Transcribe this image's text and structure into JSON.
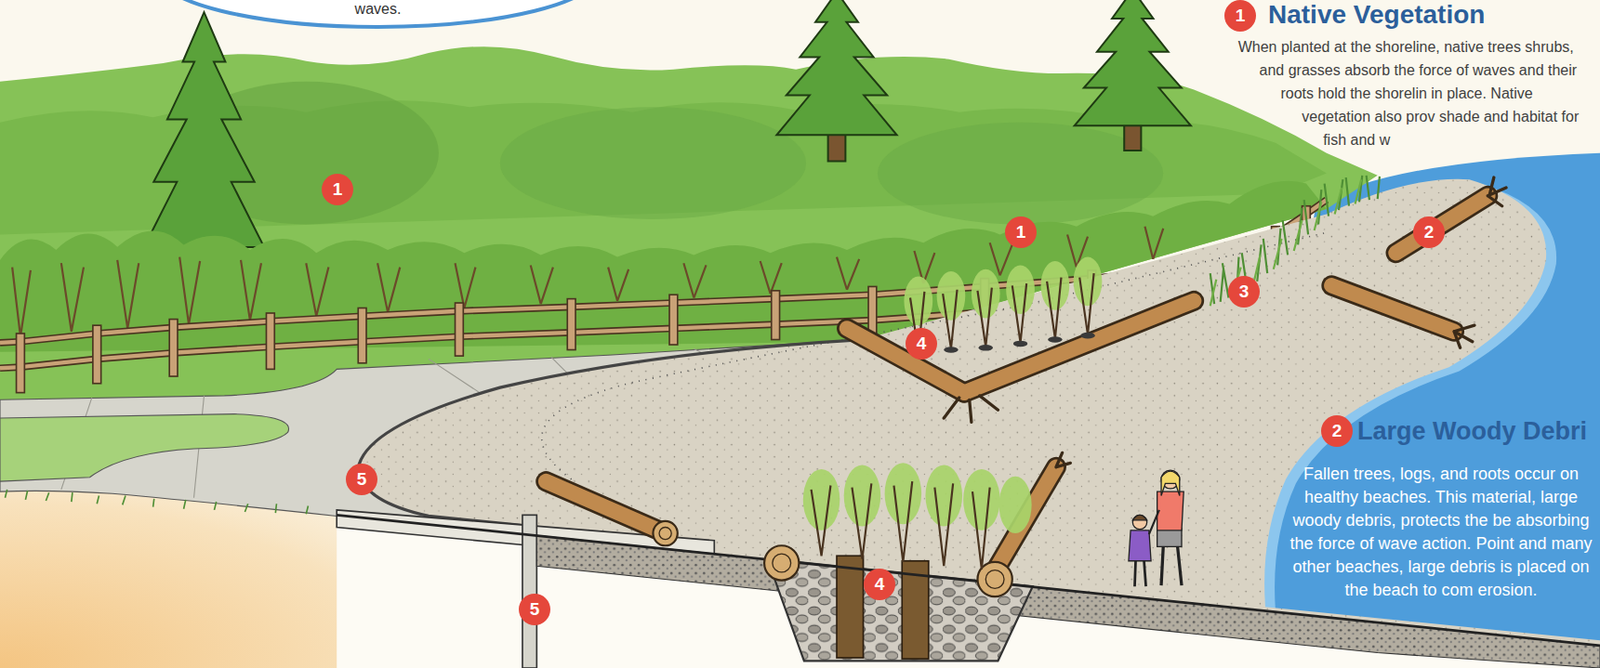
{
  "diagram": {
    "nodes": [
      {
        "text": [
          "waves."
        ]
      }
    ],
    "labels": [
      "1",
      "Native Vegetation",
      "When planted at the shoreline, native trees shrubs, and grasses absorb the force of waves and their roots hold the shorelin in place. Native vegetation also prov shade and habitat for fish and w",
      "1",
      "1",
      "2",
      "3",
      "4",
      "2",
      "Large Woody Debri",
      "Fallen trees, logs, and roots occur on healthy beaches. This material, large woody debris, protects the be absorbing the force of wave action. Point and many other beaches, large debris is placed on the beach to com erosion.",
      "5",
      "4",
      "5"
    ]
  }
}
